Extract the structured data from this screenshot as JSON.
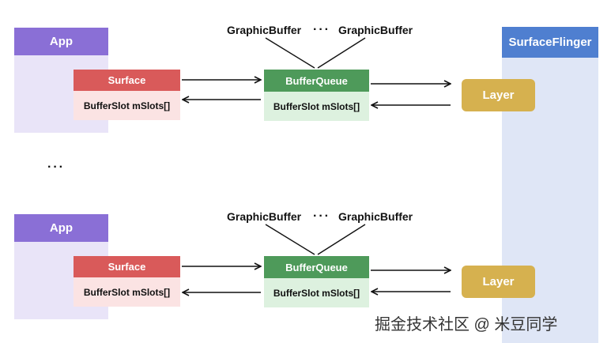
{
  "labels": {
    "app": "App",
    "surface_flinger": "SurfaceFlinger",
    "surface": "Surface",
    "buffer_slot": "BufferSlot mSlots[]",
    "buffer_queue": "BufferQueue",
    "layer": "Layer",
    "graphic_buffer": "GraphicBuffer",
    "buffer_ellipsis": "···",
    "more_apps": "···"
  },
  "watermark": "掘金技术社区 @ 米豆同学",
  "colors": {
    "app": "#8a6fd6",
    "app_body": "#e9e4f8",
    "surface_flinger": "#4f7fd0",
    "surface_flinger_body": "#dfe6f6",
    "surface": "#d95a5a",
    "surface_slot": "#fbe3e3",
    "buffer_queue": "#4e9a5a",
    "buffer_queue_slot": "#ddf1df",
    "layer": "#d6b14f"
  }
}
